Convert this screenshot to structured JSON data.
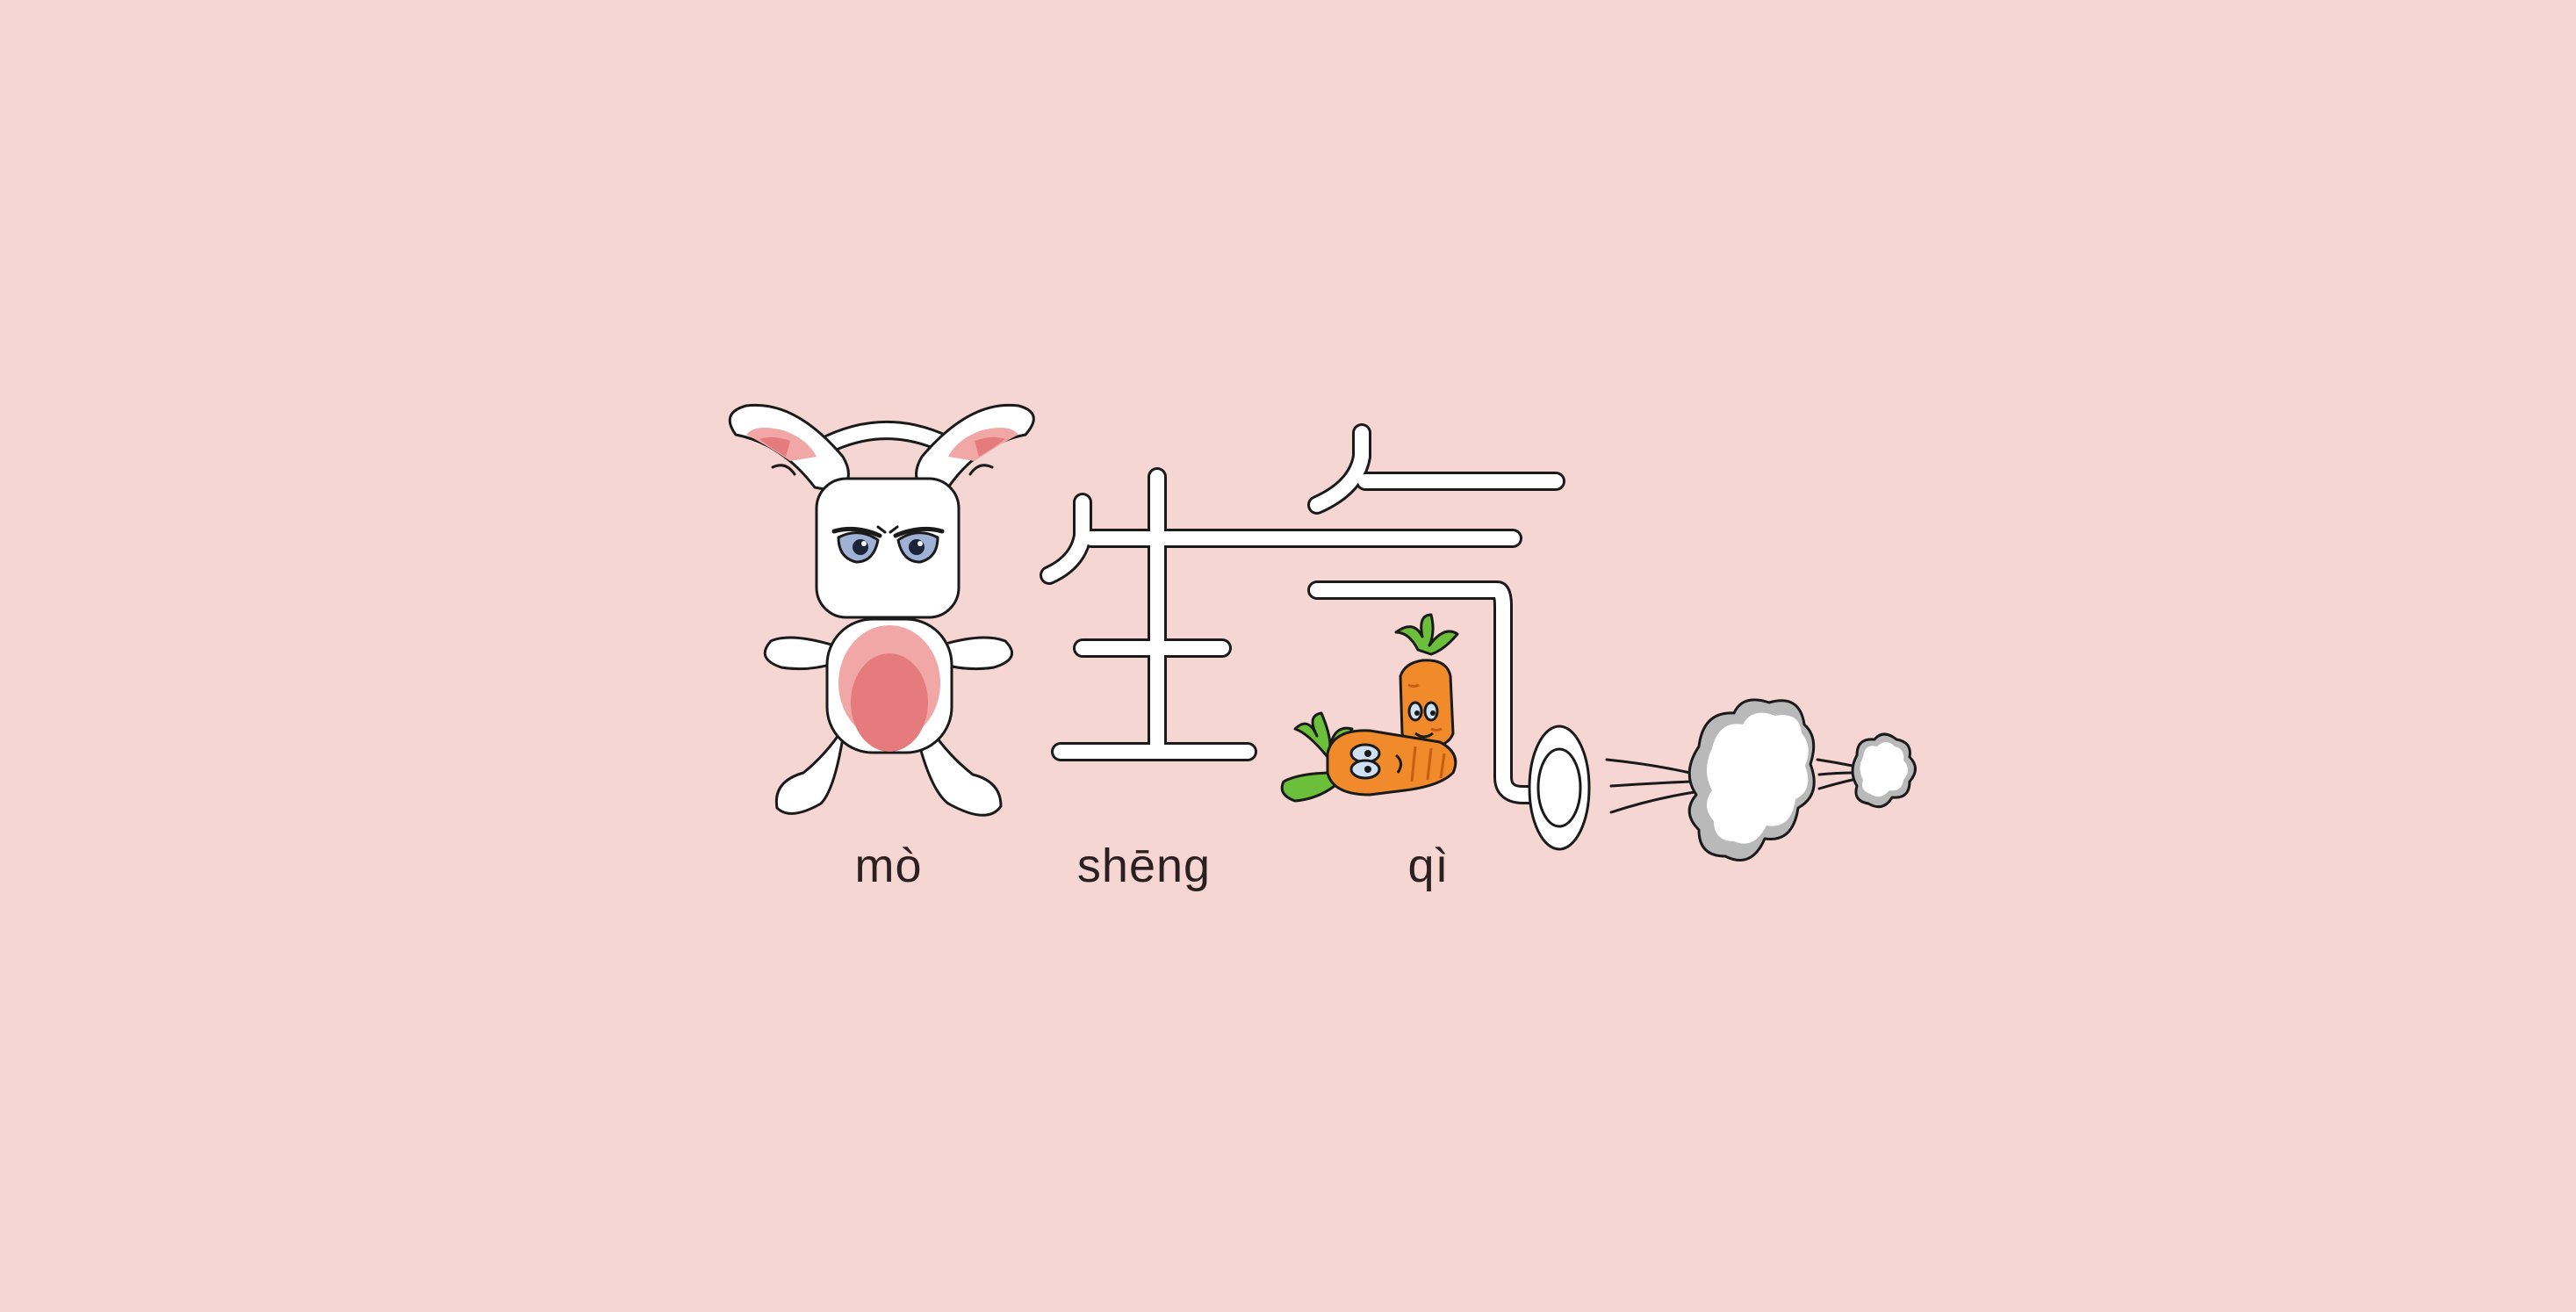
{
  "pinyin": {
    "mo": "mò",
    "sheng": "shēng",
    "qi": "qì"
  },
  "colors": {
    "background": "#f6d6d2",
    "outline": "#1a1a1a",
    "fill": "#ffffff",
    "pink_inner": "#f0a7a5",
    "pink_deep": "#e57b7c",
    "carrot": "#f08a2a",
    "carrot_dark": "#c95c14",
    "leaf": "#6cbf3a",
    "eye": "#9fb2d6",
    "smoke_shadow": "#b9b9b9"
  },
  "icons": [
    "rabbit-illustration",
    "carrot-icon",
    "smoke-cloud-icon"
  ]
}
